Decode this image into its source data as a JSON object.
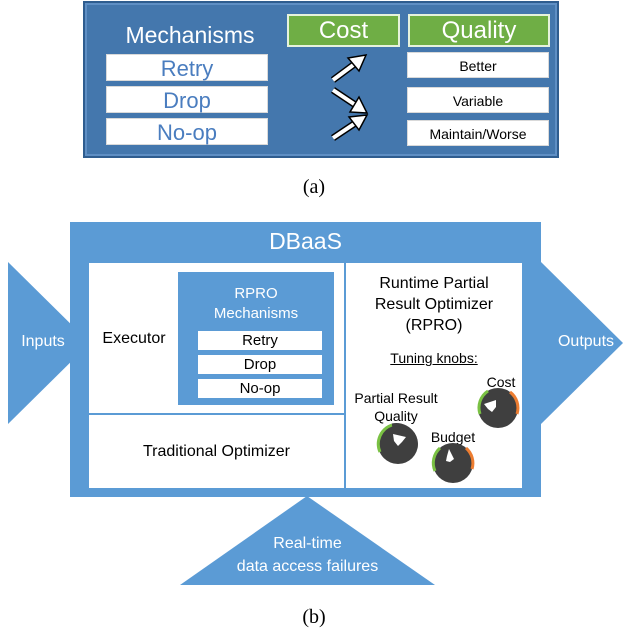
{
  "panel_a": {
    "mechanisms_title": "Mechanisms",
    "cost_header": "Cost",
    "quality_header": "Quality",
    "mechanisms": [
      "Retry",
      "Drop",
      "No-op"
    ],
    "qualities": [
      "Better",
      "Variable",
      "Maintain/Worse"
    ],
    "caption": "(a)"
  },
  "panel_b": {
    "title": "DBaaS",
    "inputs": "Inputs",
    "outputs": "Outputs",
    "executor": "Executor",
    "rpro_mech_title_1": "RPRO",
    "rpro_mech_title_2": "Mechanisms",
    "rpro_mechanisms": [
      "Retry",
      "Drop",
      "No-op"
    ],
    "traditional_optimizer": "Traditional Optimizer",
    "rpro_title_1": "Runtime Partial",
    "rpro_title_2": "Result Optimizer",
    "rpro_title_3": "(RPRO)",
    "tuning_knobs": "Tuning knobs:",
    "knob_quality_1": "Partial Result",
    "knob_quality_2": "Quality",
    "knob_cost": "Cost",
    "knob_budget": "Budget",
    "failures_1": "Real-time",
    "failures_2": "data access failures",
    "caption": "(b)"
  },
  "colors": {
    "panel_a_blue": "#4477ad",
    "green": "#6fae45",
    "diagram_blue": "#5b9bd5",
    "knob_dark": "#3f3f3f",
    "knob_green": "#7ac143",
    "knob_orange": "#ed7d31"
  }
}
